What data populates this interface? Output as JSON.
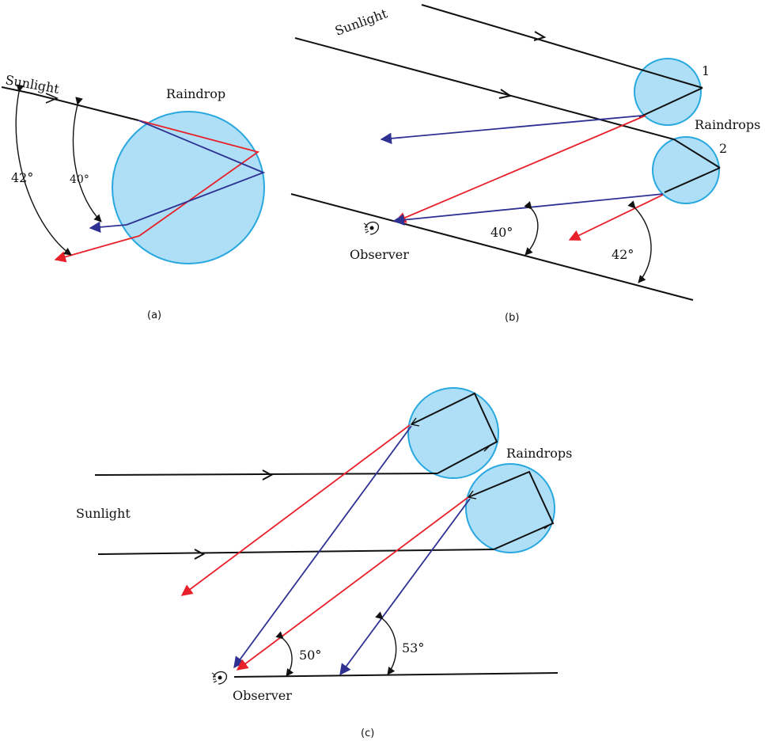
{
  "panel_a": {
    "sunlight": "Sunlight",
    "raindrop": "Raindrop",
    "angle_42": "42°",
    "angle_40": "40°",
    "caption": "(a)"
  },
  "panel_b": {
    "sunlight": "Sunlight",
    "drop_1": "1",
    "drop_2": "2",
    "raindrops": "Raindrops",
    "angle_40": "40°",
    "angle_42": "42°",
    "observer": "Observer",
    "caption": "(b)"
  },
  "panel_c": {
    "sunlight": "Sunlight",
    "raindrops": "Raindrops",
    "angle_50": "50°",
    "angle_53": "53°",
    "observer": "Observer",
    "caption": "(c)"
  },
  "colors": {
    "drop_fill": "#aedff7",
    "drop_stroke": "#29a8df",
    "red_ray": "#e8202a",
    "blue_ray": "#2e3192",
    "sunlight_ray": "#111111"
  }
}
